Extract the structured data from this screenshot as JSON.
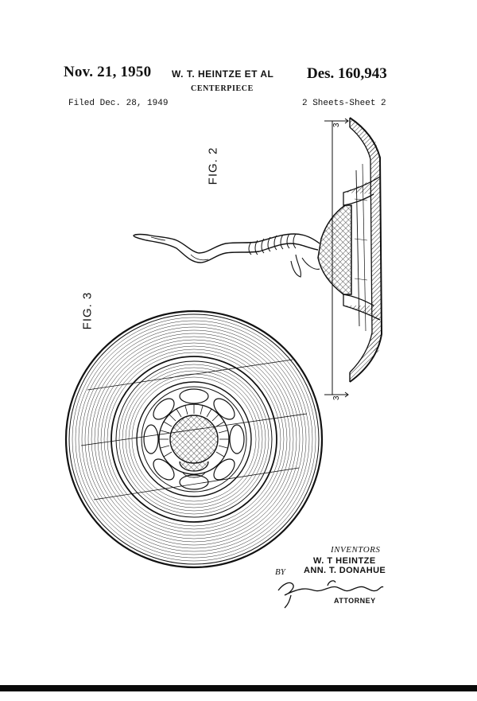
{
  "header": {
    "date": "Nov. 21, 1950",
    "inventors_line": "W. T. HEINTZE ET AL",
    "title": "CENTERPIECE",
    "patent_number": "Des. 160,943",
    "filed": "Filed Dec. 28, 1949",
    "sheets": "2 Sheets-Sheet 2"
  },
  "figures": {
    "fig2_label": "FIG. 2",
    "fig3_label": "FIG. 3",
    "section_mark": "3"
  },
  "signature_block": {
    "inventors_label": "INVENTORS",
    "inventor_1": "W. T HEINTZE",
    "by": "BY",
    "inventor_2": "ANN. T. DONAHUE",
    "signature": "A. Yates Dowell",
    "attorney_label": "ATTORNEY"
  },
  "colors": {
    "ink": "#111111",
    "paper": "#ffffff"
  }
}
